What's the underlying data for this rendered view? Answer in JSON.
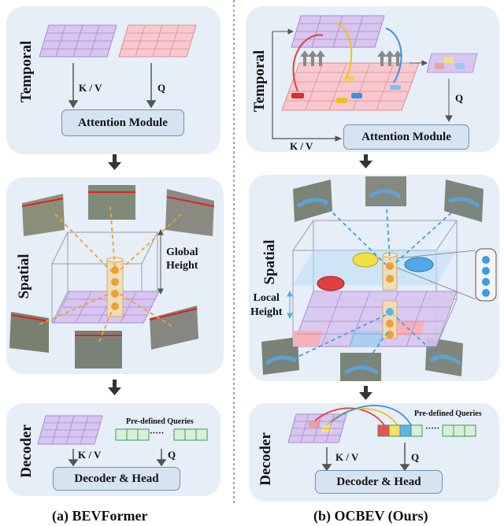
{
  "left": {
    "temporal_label": "Temporal",
    "kv_label": "K / V",
    "q_label": "Q",
    "attention_module": "Attention Module",
    "spatial_label": "Spatial",
    "global_height": "Global\nHeight",
    "decoder_label": "Decoder",
    "predefined_queries": "Pre-defined Queries",
    "dots": "·····",
    "decoder_kv": "K / V",
    "decoder_q": "Q",
    "decoder_head": "Decoder & Head",
    "caption": "(a) BEVFormer"
  },
  "right": {
    "temporal_label": "Temporal",
    "kv_label": "K / V",
    "q_label": "Q",
    "attention_module": "Attention Module",
    "spatial_label": "Spatial",
    "local_height": "Local\nHeight",
    "decoder_label": "Decoder",
    "predefined_queries": "Pre-defined Queries",
    "dots": "·····",
    "decoder_kv": "K / V",
    "decoder_q": "Q",
    "decoder_head": "Decoder & Head",
    "caption": "(b) OCBEV (Ours)"
  },
  "colors": {
    "panel_bg": "#e6eef7",
    "bev_purple": "#d8c5f0",
    "bev_pink": "#f7c9cf",
    "query_green": "#d8f0d8",
    "module_fill": "#d6e4f2",
    "dashed_orange": "#f0a030",
    "dashed_blue": "#3fa0e0",
    "arrow_red": "#e04040",
    "arrow_yellow": "#f0c020",
    "arrow_blue": "#3f8fe0"
  }
}
